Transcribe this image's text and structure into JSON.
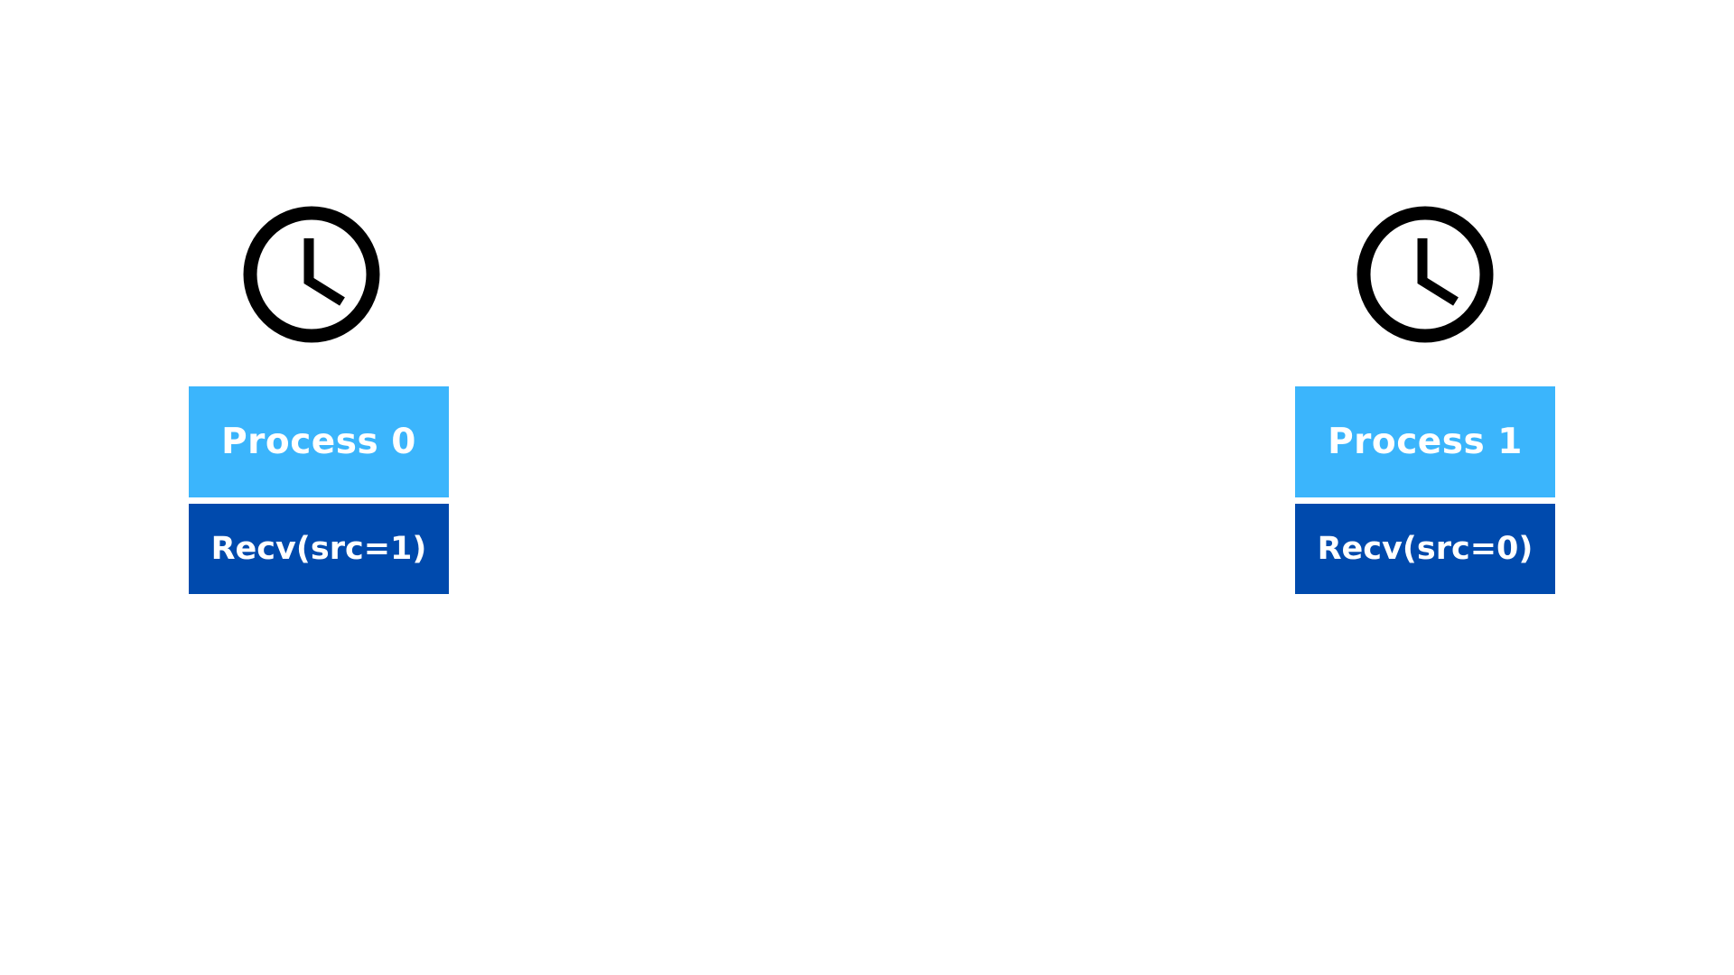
{
  "colors": {
    "process_header": "#3bb5fc",
    "operation_box": "#004aad",
    "clock_stroke": "#000000"
  },
  "processes": [
    {
      "name": "Process 0",
      "operation": "Recv(src=1)",
      "status_icon": "clock-icon"
    },
    {
      "name": "Process 1",
      "operation": "Recv(src=0)",
      "status_icon": "clock-icon"
    }
  ]
}
